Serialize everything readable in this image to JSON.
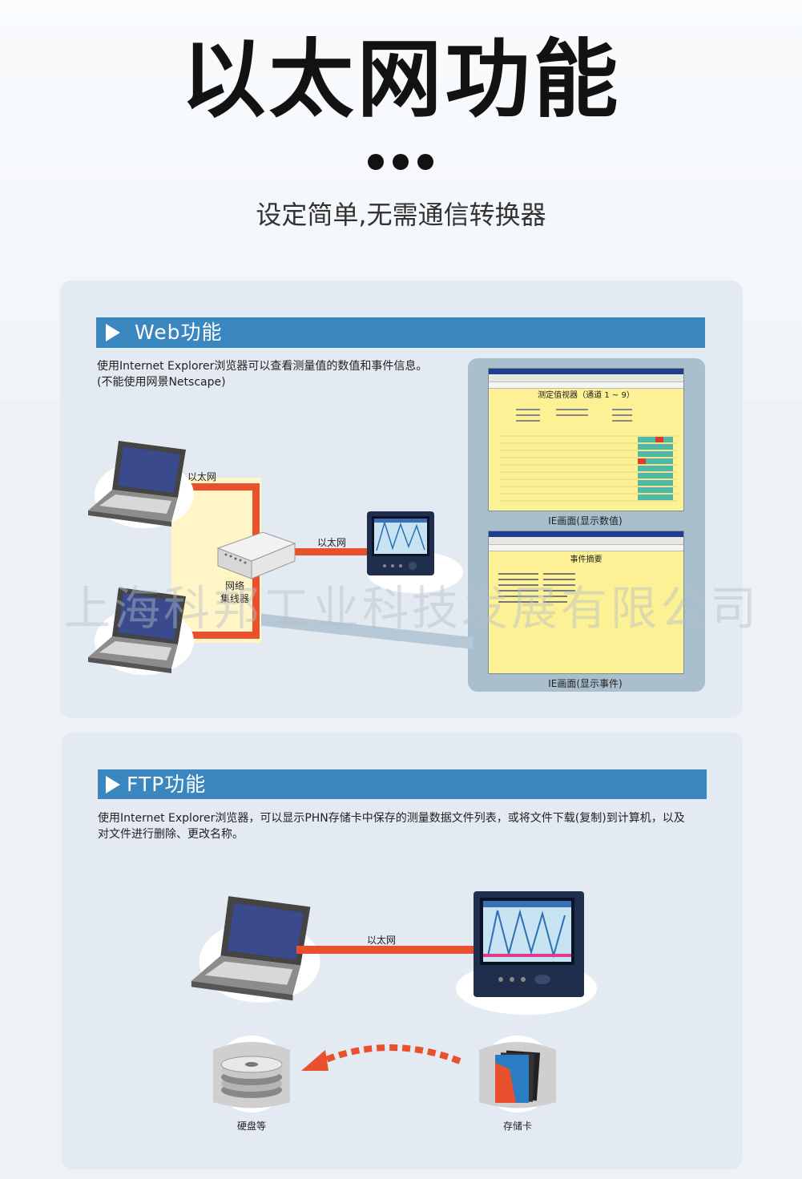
{
  "header": {
    "title": "以太网功能",
    "subtitle": "设定简单,无需通信转换器"
  },
  "web_section": {
    "heading": "Web功能",
    "description_line1": "使用Internet Explorer浏览器可以查看测量值的数值和事件信息。",
    "description_line2": "(不能使用网景Netscape)",
    "ethernet_label_1": "以太网",
    "ethernet_label_2": "以太网",
    "hub_label_line1": "网络",
    "hub_label_line2": "集线器",
    "screen1_caption": "IE画面(显示数值)",
    "screen2_caption": "IE画面(显示事件)",
    "screen1_title": "测定值视器（通道 1 ~ 9）",
    "screen2_title": "事件摘要"
  },
  "ftp_section": {
    "heading": "FTP功能",
    "description_line1": "使用Internet Explorer浏览器，可以显示PHN存储卡中保存的测量数据文件列表，或将文件下载(复制)到计算机，以及",
    "description_line2": "对文件进行删除、更改名称。",
    "ethernet_label": "以太网",
    "hdd_label": "硬盘等",
    "card_label": "存储卡"
  },
  "watermark": "上海科邦工业科技发展有限公司",
  "colors": {
    "accent_bar": "#3a86bf",
    "ethernet_line": "#e8502e",
    "panel_bg": "#e4eaf1",
    "screen_bg": "#fdf195"
  }
}
